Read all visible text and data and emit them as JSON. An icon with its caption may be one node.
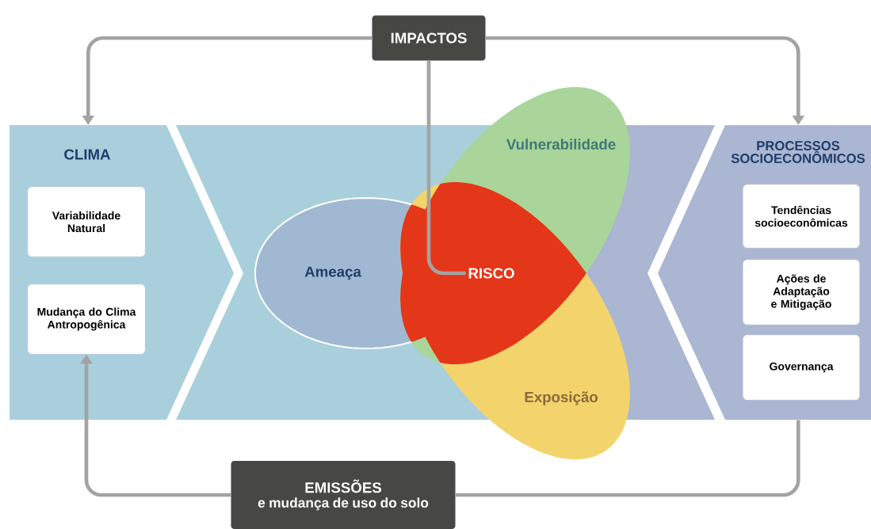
{
  "diagram": {
    "nodes": [
      {
        "text": [
          "IMPACTOS"
        ]
      },
      {
        "text": [
          "CLIMA"
        ]
      },
      {
        "text": [
          "Variabilidade Natural"
        ],
        "in": 1
      },
      {
        "text": [
          "Mudança do Clima Antropogênica"
        ],
        "in": 1
      },
      {
        "text": [
          "PROCESSOS SOCIOECONÔMICOS"
        ]
      },
      {
        "text": [
          "Tendências socioeconômicas"
        ],
        "in": 4
      },
      {
        "text": [
          "Ações de Adaptação e Mitigação"
        ],
        "in": 4
      },
      {
        "text": [
          "Governança"
        ],
        "in": 4
      },
      {
        "text": [
          "Ameaça"
        ]
      },
      {
        "text": [
          "Vulnerabilidade"
        ]
      },
      {
        "text": [
          "Exposição"
        ]
      },
      {
        "text": [
          "RISCO"
        ]
      },
      {
        "text": [
          "EMISSÕES",
          "e mudança de uso do solo"
        ]
      }
    ],
    "edges": [
      {
        "from": 0,
        "to": 1,
        "arrow": "to"
      },
      {
        "from": 0,
        "to": 4,
        "arrow": "to"
      },
      {
        "from": 0,
        "to": 11,
        "arrow": "none"
      },
      {
        "from": 4,
        "to": 12,
        "arrow": "none"
      },
      {
        "from": 12,
        "to": 3,
        "arrow": "to"
      }
    ]
  }
}
